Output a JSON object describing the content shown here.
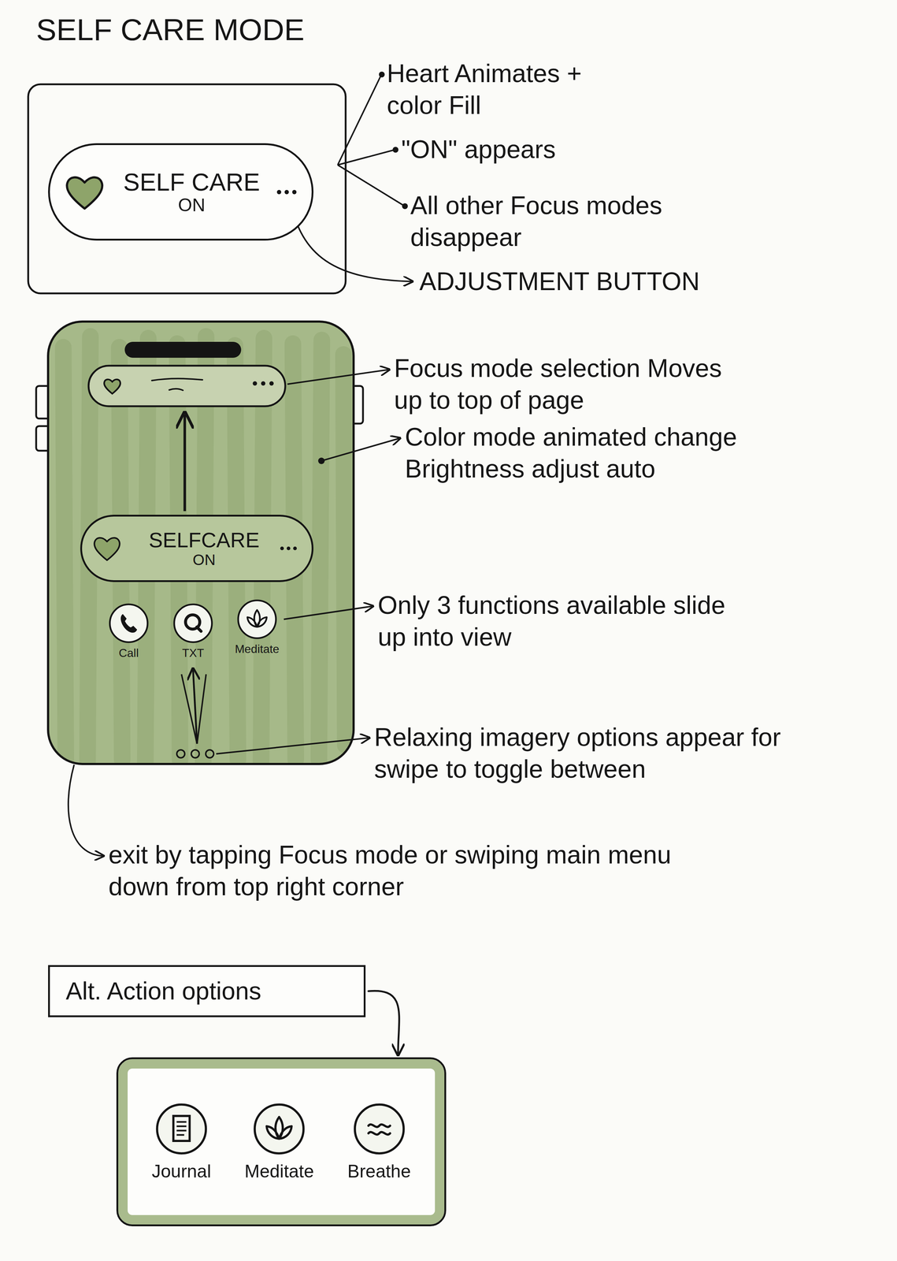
{
  "diagram": {
    "title": "SELF CARE MODE",
    "nodes": [
      {
        "text": [
          "SELF CARE",
          "ON"
        ]
      },
      {
        "text": [
          "SELFCARE",
          "ON"
        ]
      },
      {
        "text": [
          "Call"
        ]
      },
      {
        "text": [
          "TXT"
        ]
      },
      {
        "text": [
          "Meditate"
        ]
      },
      {
        "text": [
          "Alt. Action options"
        ]
      },
      {
        "text": [
          "Journal",
          "Meditate",
          "Breathe"
        ]
      }
    ],
    "edges": [
      {
        "from": 5,
        "to": 6,
        "arrow": "to"
      }
    ],
    "labels": [
      "Heart Animates + color Fill",
      "\"ON\" appears",
      "All other Focus modes disappear",
      "ADJUSTMENT BUTTON",
      "Focus mode selection Moves up to top of page",
      "Color mode animated change Brightness adjust auto",
      "Only 3 functions available slide up into view",
      "Relaxing imagery options appear for swipe to toggle between",
      "exit by tapping Focus mode or swiping main menu down from top right corner"
    ]
  }
}
